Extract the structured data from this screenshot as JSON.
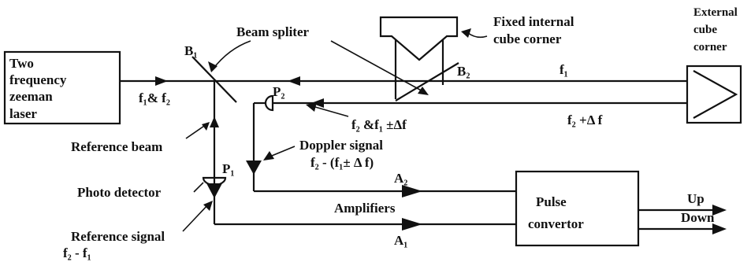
{
  "labels": {
    "laser_line1": "Two",
    "laser_line2": "frequency",
    "laser_line3": "zeeman",
    "laser_line4": "laser",
    "beam_f1f2": "f₁& f₂",
    "b1": "B₁",
    "beam_splitter": "Beam spliter",
    "fixed_cube_1": "Fixed internal",
    "fixed_cube_2": "cube corner",
    "external_cube_1": "External",
    "external_cube_2": "cube",
    "external_cube_3": "corner",
    "b2": "B₂",
    "f1": "f₁",
    "f2_plus_df": "f₂ +Δ f",
    "p2": "P₂",
    "f2_f1_df": "f₂ &f₁ ±Δf",
    "doppler_1": "Doppler signal",
    "doppler_2": "f₂ - (f₁± Δ f)",
    "reference_beam": "Reference beam",
    "p1": "P₁",
    "photo_detector": "Photo detector",
    "reference_signal_1": "Reference signal",
    "reference_signal_2": "f₂ - f₁",
    "a2": "A₂",
    "amplifiers": "Amplifiers",
    "a1": "A₁",
    "pulse_1": "Pulse",
    "pulse_2": "convertor",
    "up": "Up",
    "down": "Down"
  },
  "colors": {
    "ink": "#111111",
    "background": "#ffffff"
  }
}
